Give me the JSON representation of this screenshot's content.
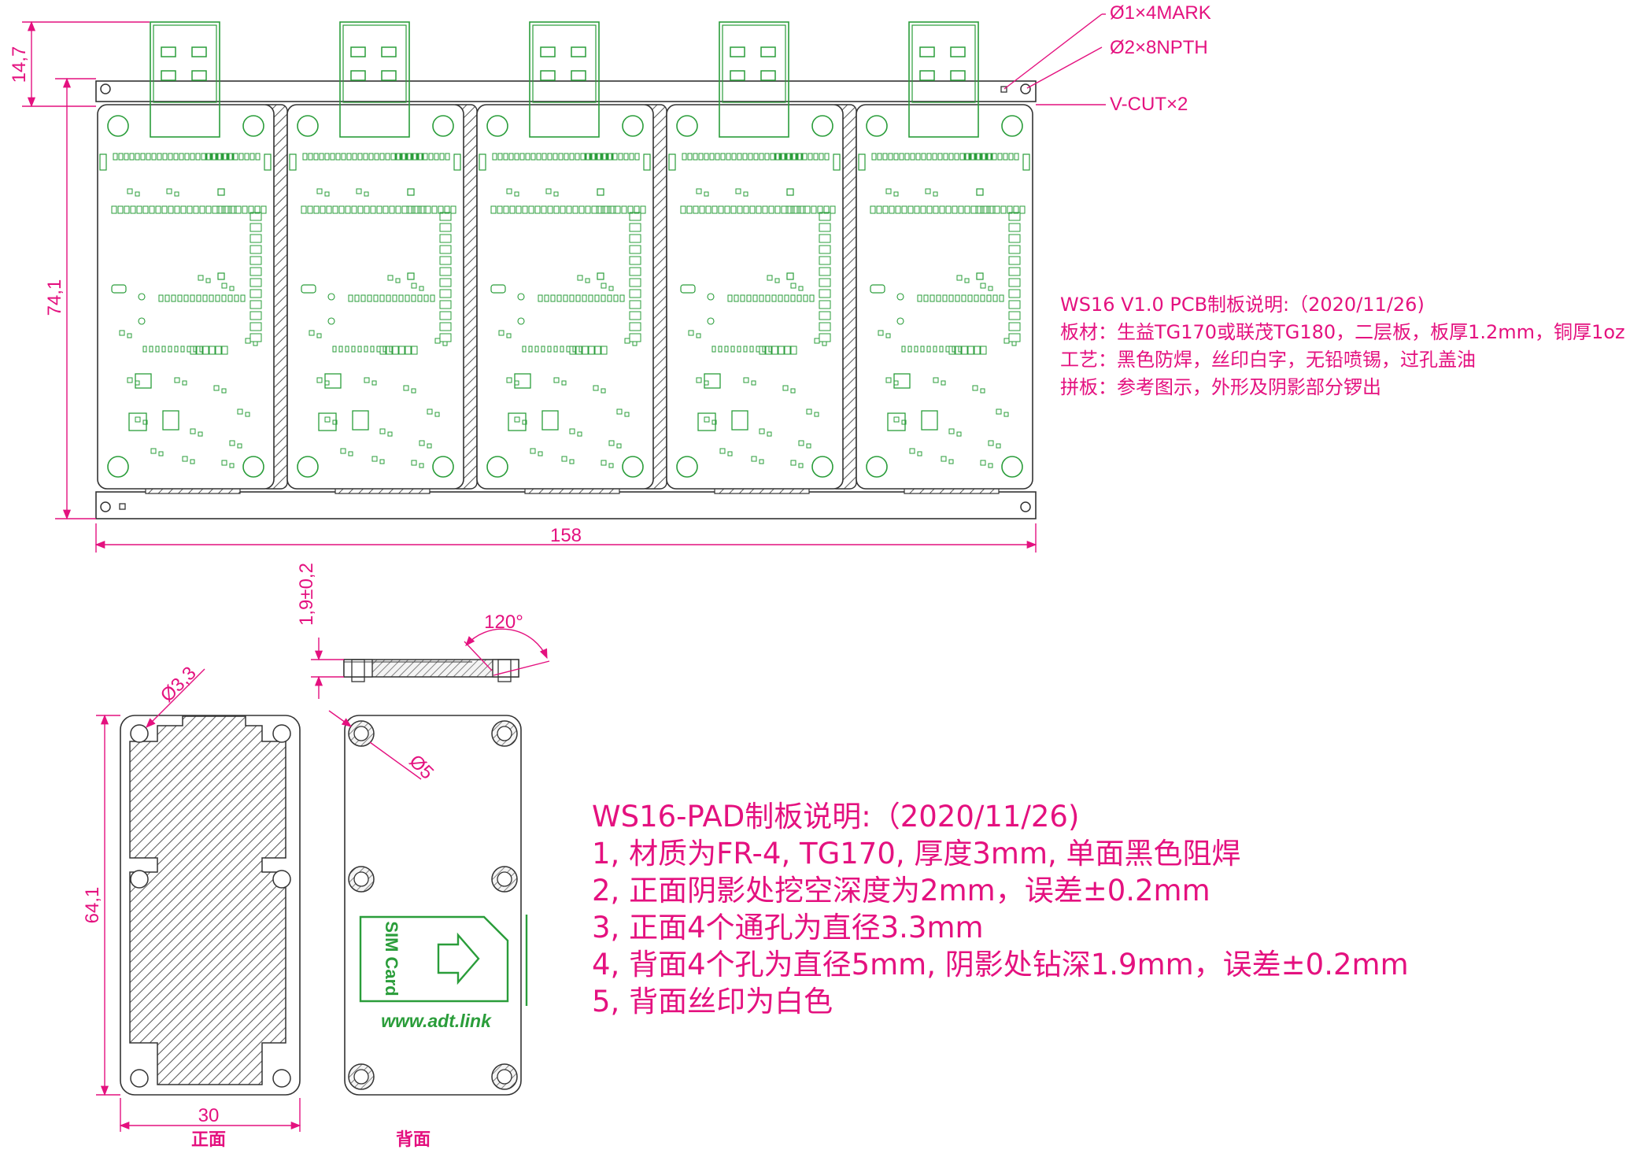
{
  "pcb_panel": {
    "dim_height_top": "14,7",
    "dim_height_board": "74,1",
    "dim_width": "158",
    "callout_mark": "Ø1×4MARK",
    "callout_npth": "Ø2×8NPTH",
    "callout_vcut": "V-CUT×2"
  },
  "pcb_notes": {
    "title": "WS16 V1.0  PCB制板说明:（2020/11/26)",
    "lines": [
      "板材：生益TG170或联茂TG180，二层板，板厚1.2mm，铜厚1oz",
      "工艺：黑色防焊，丝印白字，无铅喷锡，过孔盖油",
      "拼板：参考图示，外形及阴影部分锣出"
    ]
  },
  "pad": {
    "dim_thickness": "1,9±0,2",
    "dim_angle": "120°",
    "dim_hole_front": "Ø3,3",
    "dim_hole_back": "Ø5",
    "dim_height": "64,1",
    "dim_width": "30",
    "label_front": "正面",
    "label_back": "背面",
    "silk_text": "SIM Card",
    "silk_url": "www.adt.link"
  },
  "pad_notes": {
    "title": "WS16-PAD制板说明:（2020/11/26)",
    "lines": [
      "1, 材质为FR-4, TG170, 厚度3mm, 单面黑色阻焊",
      "2, 正面阴影处挖空深度为2mm，误差±0.2mm",
      "3, 正面4个通孔为直径3.3mm",
      "4, 背面4个孔为直径5mm, 阴影处钻深1.9mm，误差±0.2mm",
      "5, 背面丝印为白色"
    ]
  },
  "colors": {
    "annotation": "#e4117f",
    "outline": "#333333",
    "silkscreen": "#2a9d3a"
  }
}
